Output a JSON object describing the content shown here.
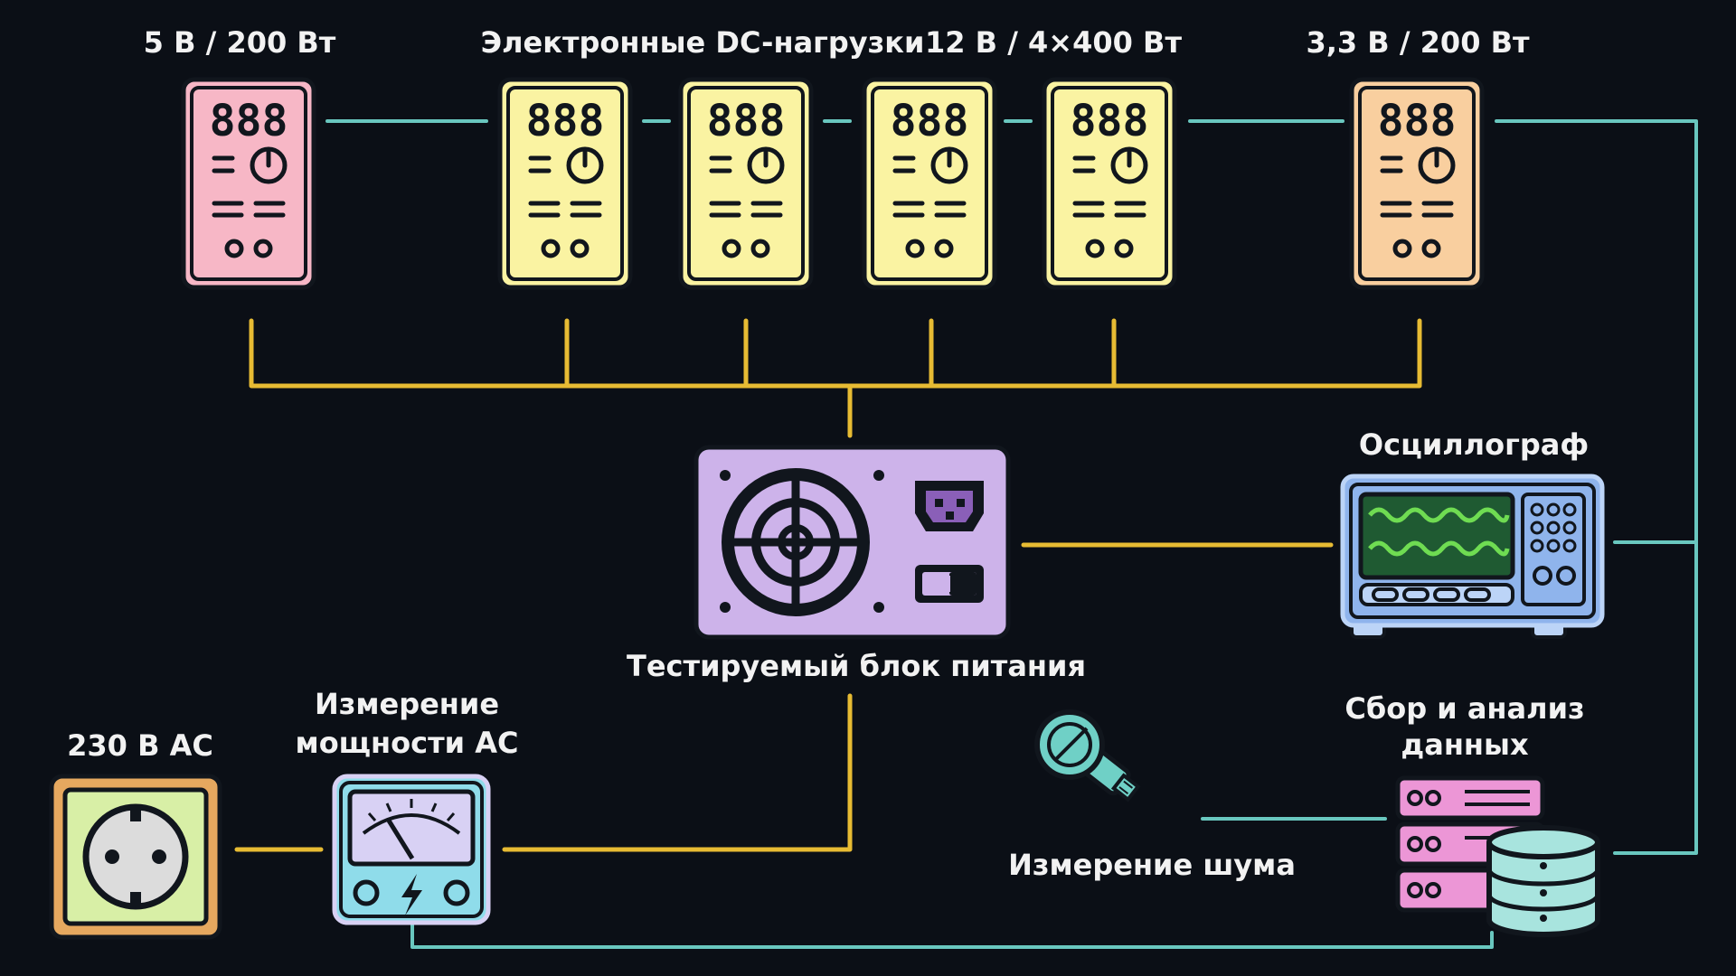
{
  "labels": {
    "psu5": "5 В / 200 Вт",
    "loads": "Электронные DC-нагрузки",
    "psu12": "12 В / 4×400 Вт",
    "psu33": "3,3 В / 200 Вт",
    "dut": "Тестируемый блок питания",
    "scope": "Осциллограф",
    "mains": "230 В AC",
    "power_meter_line1": "Измерение",
    "power_meter_line2": "мощности AC",
    "noise": "Измерение шума",
    "daq_line1": "Сбор и анализ",
    "daq_line2": "данных"
  },
  "load_display": "888",
  "colors": {
    "background": "#0b0f16",
    "load_pink": "#f7b7c6",
    "load_yellow": "#faf3a2",
    "load_orange": "#f9cf9f",
    "load_frame_pink": "#f39cb4",
    "load_frame_yellow": "#f4da57",
    "load_frame_orange": "#f3b077",
    "dut_fill": "#cdb3ea",
    "dut_frame": "#a88ad6",
    "scope_fill": "#8fb4ec",
    "scope_frame": "#bcd4f7",
    "scope_screen": "#1f5a32",
    "scope_wave": "#6fdc52",
    "wire_power": "#e7bb33",
    "wire_data": "#69c7bf",
    "socket_fill": "#d8efa6",
    "socket_frame": "#e6a85f",
    "meter_fill": "#8fdcea",
    "meter_dial": "#d8d1f4",
    "mic": "#6fd0c6",
    "server": "#ec96d6",
    "database": "#a8e4de",
    "label_text": "#f2f2f2"
  },
  "icons": [
    "electronic-load-icon",
    "psu-fan-icon",
    "iec-inlet-icon",
    "power-switch-icon",
    "oscilloscope-icon",
    "wall-socket-icon",
    "power-meter-icon",
    "lightning-icon",
    "microphone-icon",
    "server-rack-icon",
    "database-icon"
  ]
}
